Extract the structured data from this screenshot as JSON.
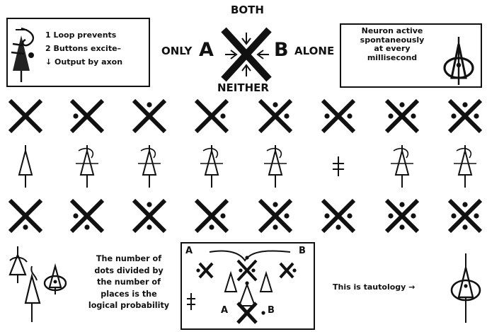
{
  "legend": {
    "line1": "1 Loop prevents",
    "line2": "2 Buttons excite–",
    "line3": "↓ Output by axon"
  },
  "venn": {
    "top": "BOTH",
    "bottom": "NEITHER",
    "left_word": "ONLY",
    "left_letter": "A",
    "right_letter": "B",
    "right_word": "ALONE"
  },
  "neuron_note": {
    "line1": "Neuron active",
    "line2": "spontaneously",
    "line3": "at every",
    "line4": "millisecond"
  },
  "probability_note": {
    "line1": "The number of",
    "line2": "dots divided by",
    "line3": "the number of",
    "line4": "places is the",
    "line5": "logical probability"
  },
  "tautology_note": "This is tautology →",
  "net_labels": {
    "a_top": "A",
    "b_top": "B",
    "a_bottom": "A",
    "b_bottom": "B"
  },
  "grid": {
    "row1_dots": [
      [],
      [
        "left"
      ],
      [
        "top"
      ],
      [
        "right"
      ],
      [
        "top",
        "right"
      ],
      [
        "left",
        "right"
      ],
      [
        "top",
        "left",
        "right"
      ],
      [
        "top",
        "left",
        "right"
      ]
    ],
    "row3_dots": [
      [
        "bottom"
      ],
      [
        "left",
        "bottom"
      ],
      [
        "top",
        "bottom"
      ],
      [
        "right",
        "bottom"
      ],
      [
        "top",
        "right",
        "bottom"
      ],
      [
        "left",
        "right",
        "bottom"
      ],
      [
        "top",
        "left",
        "right",
        "bottom"
      ],
      [
        "top",
        "left",
        "right",
        "bottom"
      ]
    ]
  }
}
